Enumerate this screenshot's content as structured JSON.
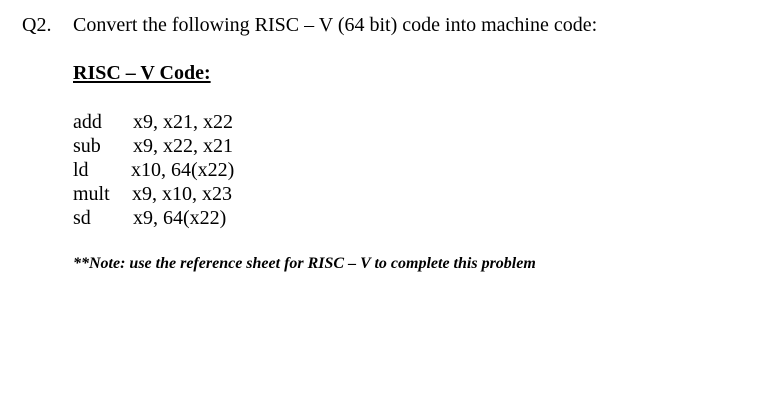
{
  "question": {
    "number": "Q2.",
    "prompt": "Convert the following RISC – V (64 bit) code into machine code:"
  },
  "code_section": {
    "heading": "RISC – V Code:",
    "lines": [
      {
        "op": "add",
        "operands": "x9, x21, x22"
      },
      {
        "op": "sub",
        "operands": "x9, x22, x21"
      },
      {
        "op": "ld",
        "operands": "x10, 64(x22)"
      },
      {
        "op": "mult",
        "operands": "x9, x10, x23"
      },
      {
        "op": "sd",
        "operands": "x9, 64(x22)"
      }
    ]
  },
  "note": "**Note: use the reference sheet for RISC – V to complete this problem"
}
